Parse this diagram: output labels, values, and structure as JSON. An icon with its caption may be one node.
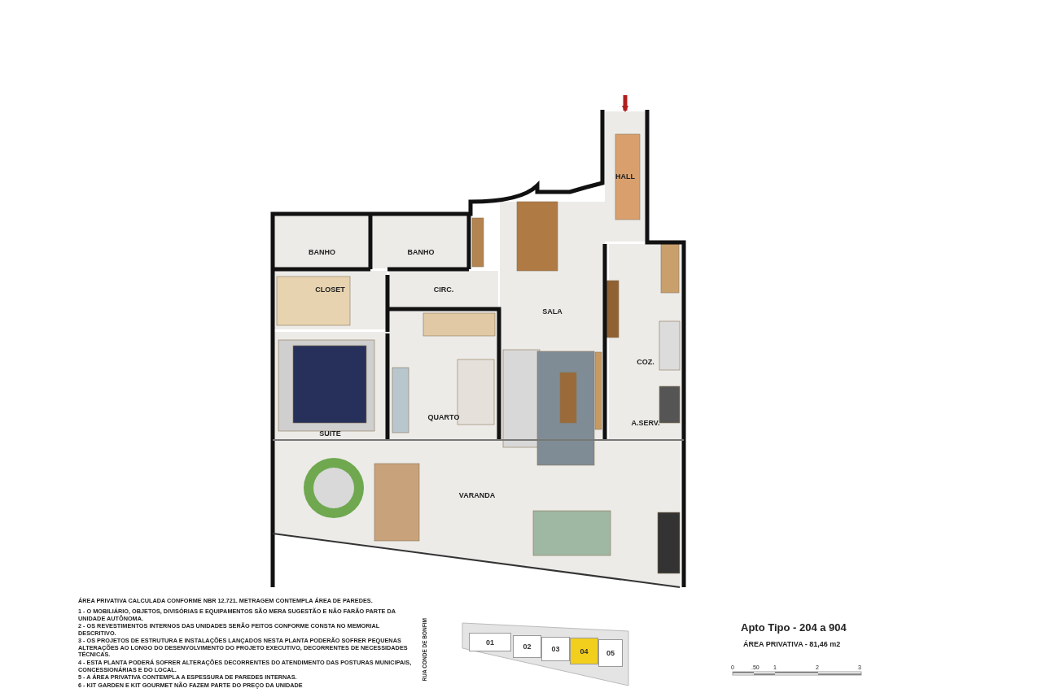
{
  "diagram": {
    "title": "Apto Tipo - 204 a 904",
    "nodes": [
      {
        "text": [
          "BANHO"
        ]
      },
      {
        "text": [
          "BANHO"
        ]
      },
      {
        "text": [
          "HALL"
        ]
      },
      {
        "text": [
          "CLOSET"
        ]
      },
      {
        "text": [
          "CIRC."
        ]
      },
      {
        "text": [
          "SALA"
        ]
      },
      {
        "text": [
          "COZ."
        ]
      },
      {
        "text": [
          "QUARTO"
        ]
      },
      {
        "text": [
          "SUITE"
        ]
      },
      {
        "text": [
          "A.SERV."
        ]
      },
      {
        "text": [
          "VARANDA"
        ]
      },
      {
        "text": [
          "01"
        ]
      },
      {
        "text": [
          "02"
        ]
      },
      {
        "text": [
          "03"
        ]
      },
      {
        "text": [
          "04"
        ]
      },
      {
        "text": [
          "05"
        ]
      }
    ],
    "edges": [
      {
        "from": null,
        "to": 2,
        "arrow": "to",
        "color": "#b01e1e"
      }
    ],
    "labels": [
      "ÁREA PRIVATIVA CALCULADA CONFORME NBR 12.721. METRAGEM CONTEMPLA ÁREA DE PAREDES.",
      "1 - O MOBILIÁRIO, OBJETOS, DIVISÓRIAS E EQUIPAMENTOS SÃO MERA SUGESTÃO E NÃO FARÃO PARTE DA UNIDADE AUTÔNOMA.",
      "2 - OS REVESTIMENTOS INTERNOS DAS UNIDADES SERÃO FEITOS CONFORME CONSTA NO MEMORIAL DESCRITIVO.",
      "3 - OS PROJETOS DE ESTRUTURA E INSTALAÇÕES LANÇADOS NESTA PLANTA PODERÃO SOFRER PEQUENAS ALTERAÇÕES AO LONGO DO DESENVOLVIMENTO DO PROJETO EXECUTIVO, DECORRENTES DE NECESSIDADES TÉCNICAS.",
      "4 - ESTA PLANTA PODERÁ SOFRER ALTERAÇÕES DECORRENTES DO ATENDIMENTO DAS POSTURAS MUNICIPAIS, CONCESSIONÁRIAS E DO LOCAL.",
      "5 - A ÁREA PRIVATIVA CONTEMPLA A ESPESSURA DE PAREDES INTERNAS.",
      "6 - KIT GARDEN E KIT GOURMET NÃO FAZEM PARTE DO PREÇO DA UNIDADE",
      "RUA CONDE DE BONFIM",
      "ÁREA PRIVATIVA - 81,46 m2",
      "0",
      ".50",
      "1",
      "2",
      "3"
    ]
  }
}
